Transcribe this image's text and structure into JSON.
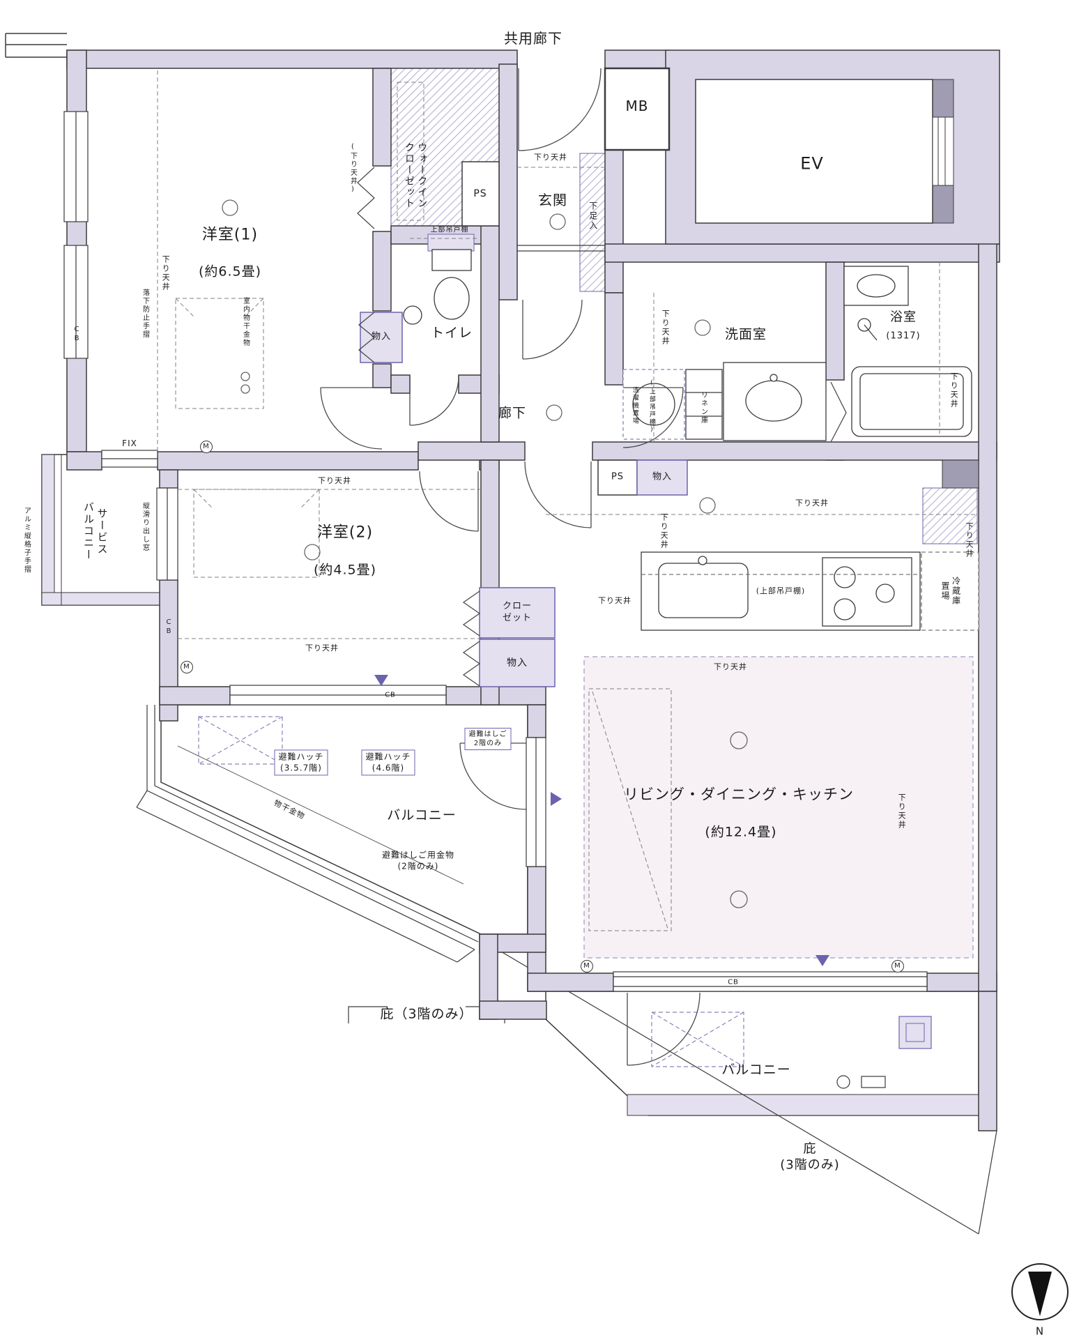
{
  "colors": {
    "wall": "#d9d5e7",
    "accent": "#6b63ad",
    "ldk_shade": "#f7f0f4"
  },
  "labels": {
    "common_corridor": "共用廊下",
    "mb": "MB",
    "ev": "EV",
    "entrance": "玄関",
    "ps": "PS",
    "shoe_box": "下足入",
    "room1": "洋室(1)",
    "room1_size": "(約6.5畳)",
    "wic": "ウォークイン\nクローゼット",
    "lowered_ceiling": "下り天井",
    "lowered_ceiling_paren": "(下り天井)",
    "upper_cabinet": "上部吊戸棚",
    "upper_cabinet_paren": "(上部吊戸棚)",
    "toilet": "トイレ",
    "storage": "物入",
    "hallway": "廊下",
    "washroom": "洗面室",
    "bathroom": "浴室",
    "bathroom_size": "(1317)",
    "linen": "リネン庫",
    "washer_space": "洗濯機置場",
    "room2": "洋室(2)",
    "room2_size": "(約4.5畳)",
    "fix": "FIX",
    "service_balcony": "サービス\nバルコニー",
    "aluminum_rail": "アルミ縦格子手摺",
    "casement_window": "縦滑り出し窓",
    "fall_prevention_rail": "落下防止手摺",
    "indoor_drying": "室内物干金物",
    "cb": "CB",
    "closet": "クロー\nゼット",
    "fridge_space": "冷蔵庫\n置場",
    "ldk": "リビング・ダイニング・キッチン",
    "ldk_size": "(約12.4畳)",
    "balcony": "バルコニー",
    "hatch_357": "避難ハッチ\n(3.5.7階)",
    "hatch_46": "避難ハッチ\n(4.6階)",
    "escape_ladder": "避難はしご\n2階のみ",
    "drying_hw": "物干金物",
    "ladder_hw": "避難はしご用金物\n(2階のみ)",
    "eaves_3f": "庇（3階のみ）",
    "eaves_3f_2": "庇\n(3階のみ)",
    "north": "N",
    "m_mark": "M"
  }
}
